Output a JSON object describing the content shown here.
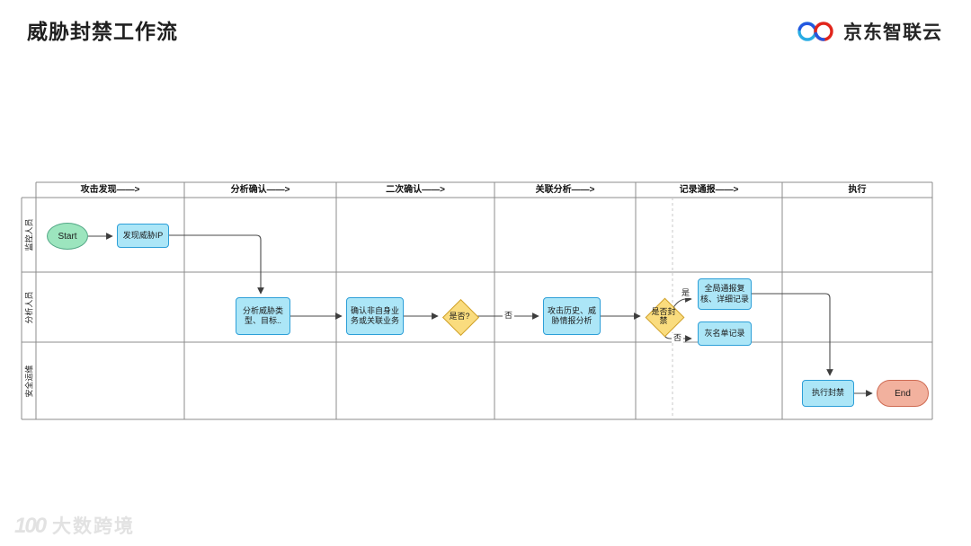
{
  "page": {
    "title": "威胁封禁工作流",
    "watermark": {
      "icon": "100",
      "text": "大数跨境"
    }
  },
  "logo": {
    "brand": "京东智联云"
  },
  "swimlane": {
    "columns": [
      {
        "label": "攻击发现——>"
      },
      {
        "label": "分析确认——>"
      },
      {
        "label": "二次确认——>"
      },
      {
        "label": "关联分析——>"
      },
      {
        "label": "记录通报——>"
      },
      {
        "label": "执行"
      }
    ],
    "rows": [
      {
        "label": "监控人员"
      },
      {
        "label": "分析人员"
      },
      {
        "label": "安全运维"
      }
    ]
  },
  "nodes": {
    "start": {
      "label": "Start"
    },
    "discover_ip": {
      "label": "发现威胁IP"
    },
    "analyze_threat": {
      "label": "分析威胁类型、目标.."
    },
    "confirm_business": {
      "label": "确认非自身业务或关联业务"
    },
    "decision_confirm": {
      "label": "是否?"
    },
    "intel_analysis": {
      "label": "攻击历史、威胁情报分析"
    },
    "decision_block": {
      "label": "是否封禁"
    },
    "global_report": {
      "label": "全局通报复核、详细记录"
    },
    "graylist": {
      "label": "灰名单记录"
    },
    "execute_block": {
      "label": "执行封禁"
    },
    "end": {
      "label": "End"
    }
  },
  "edges": {
    "confirm_no": "否",
    "block_yes": "是",
    "block_no": "否"
  },
  "colors": {
    "process_fill": "#ACE6F7",
    "process_border": "#2D9FD8",
    "start_fill": "#9CE5BE",
    "start_border": "#55A987",
    "decision_fill": "#FADC7E",
    "decision_border": "#CFA02A",
    "end_fill": "#F2B19E",
    "end_border": "#CE6A52",
    "connector": "#4A4A4A",
    "grid": "#8C8C8C",
    "brand_red": "#E1251B",
    "brand_blue": "#2457E0",
    "brand_cyan": "#29ACE3"
  }
}
